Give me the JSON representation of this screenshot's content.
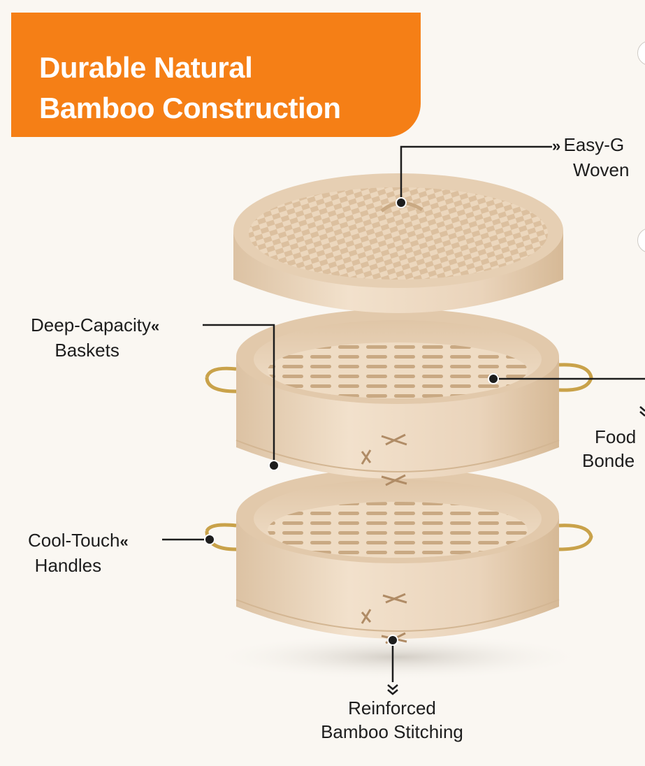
{
  "banner": {
    "title_line1": "Durable Natural",
    "title_line2": "Bamboo Construction",
    "color": "#f57f16"
  },
  "callouts": {
    "lid": {
      "line1": "Easy-G",
      "line2": "Woven",
      "arrow": "»"
    },
    "baskets": {
      "line1": "Deep-Capacity",
      "line2": "Baskets",
      "arrow": "«"
    },
    "food": {
      "line1": "Food",
      "line2": "Bonde"
    },
    "handles": {
      "line1": "Cool-Touch",
      "line2": "Handles",
      "arrow": "«"
    },
    "stitching": {
      "line1": "Reinforced",
      "line2": "Bamboo Stitching"
    }
  },
  "colors": {
    "bamboo": "#e9d3b9",
    "bamboo_shadow": "#d8bc9c",
    "handle": "#c9a24a",
    "text": "#1d1d1d"
  },
  "icons": {
    "lid_arrow": "double-chevron-right-icon",
    "baskets_arrow": "double-chevron-left-icon",
    "handles_arrow": "double-chevron-left-icon",
    "stitching_arrow": "double-chevron-down-icon",
    "food_arrow": "double-chevron-down-icon"
  }
}
